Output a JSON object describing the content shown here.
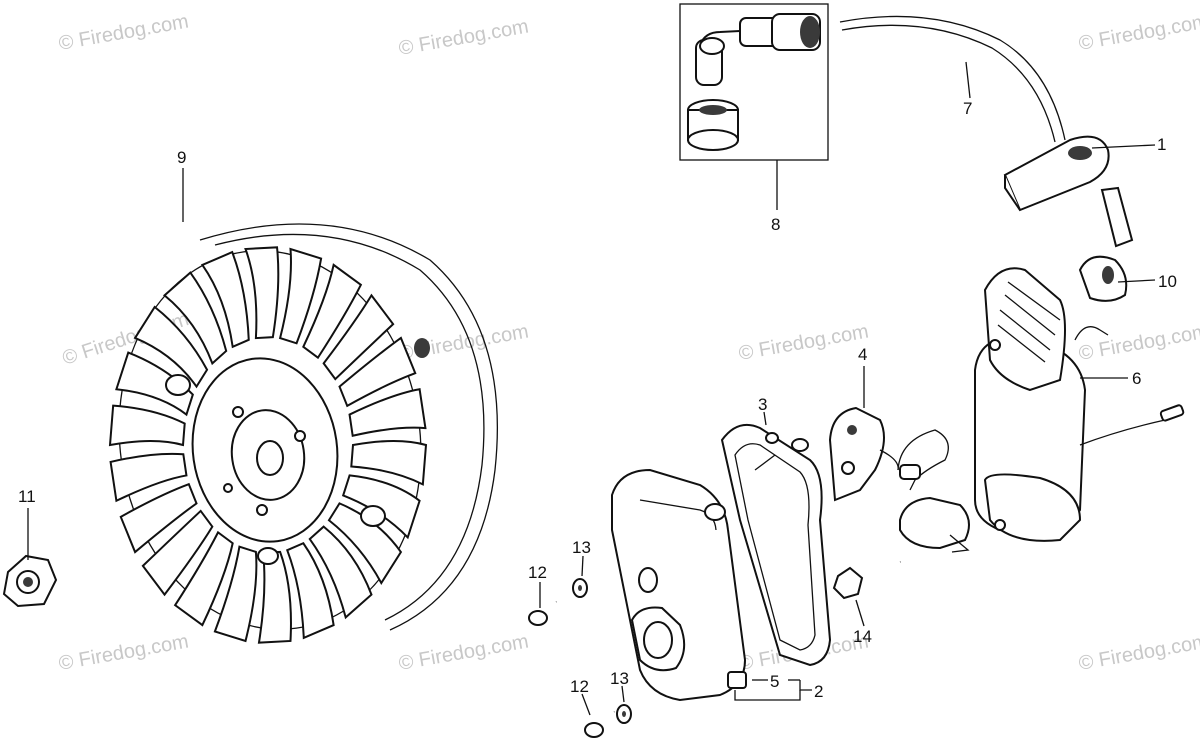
{
  "diagram": {
    "watermark": "© Firedog.com",
    "callouts": {
      "p1": "1",
      "p2": "2",
      "p3": "3",
      "p4": "4",
      "p5": "5",
      "p6": "6",
      "p7": "7",
      "p8": "8",
      "p9": "9",
      "p10": "10",
      "p11": "11",
      "p12a": "12",
      "p12b": "12",
      "p13a": "13",
      "p13b": "13",
      "p14": "14"
    }
  }
}
